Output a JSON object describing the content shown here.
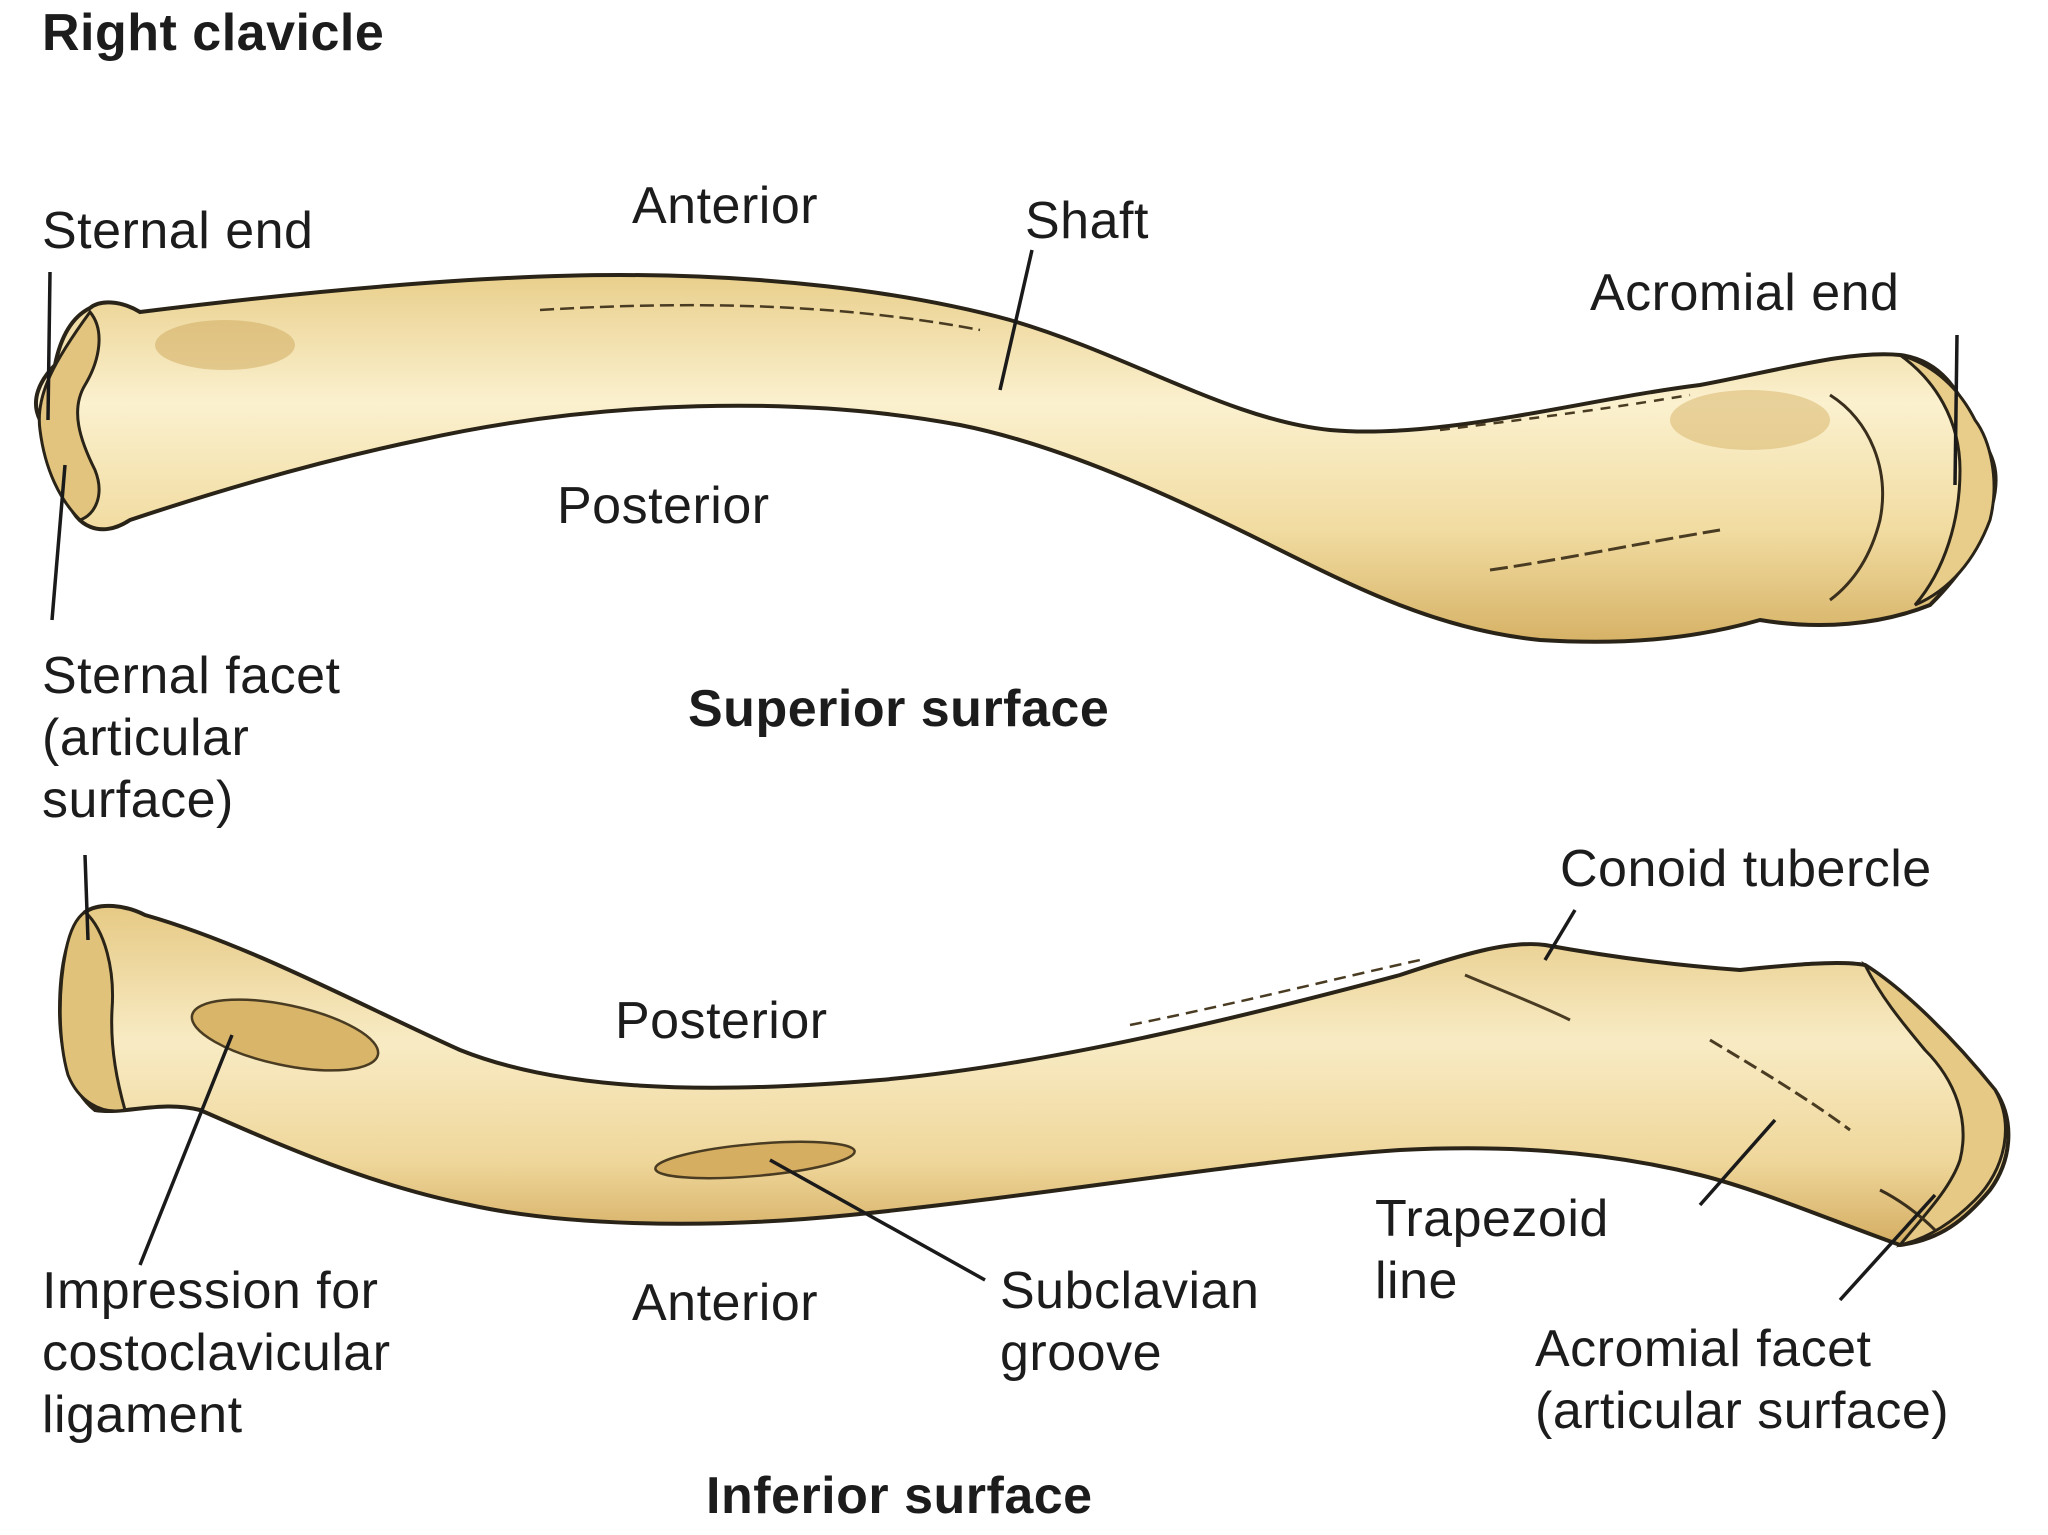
{
  "title": "Right clavicle",
  "superior": {
    "caption": "Superior surface",
    "labels": {
      "sternal_end": "Sternal end",
      "anterior": "Anterior",
      "shaft": "Shaft",
      "acromial_end": "Acromial end",
      "posterior": "Posterior",
      "sternal_facet": "Sternal facet\n(articular\nsurface)"
    }
  },
  "inferior": {
    "caption": "Inferior surface",
    "labels": {
      "conoid_tubercle": "Conoid tubercle",
      "posterior": "Posterior",
      "trapezoid_line": "Trapezoid\nline",
      "impression": "Impression for\ncostoclavicular\nligament",
      "anterior": "Anterior",
      "subclavian_groove": "Subclavian\ngroove",
      "acromial_facet": "Acromial facet\n(articular surface)"
    }
  },
  "colors": {
    "bone_fill": "#f3dfa6",
    "bone_light": "#fbf1cf",
    "bone_shadow": "#d9b56a",
    "outline": "#2a2418",
    "leader": "#1a1a1a"
  }
}
